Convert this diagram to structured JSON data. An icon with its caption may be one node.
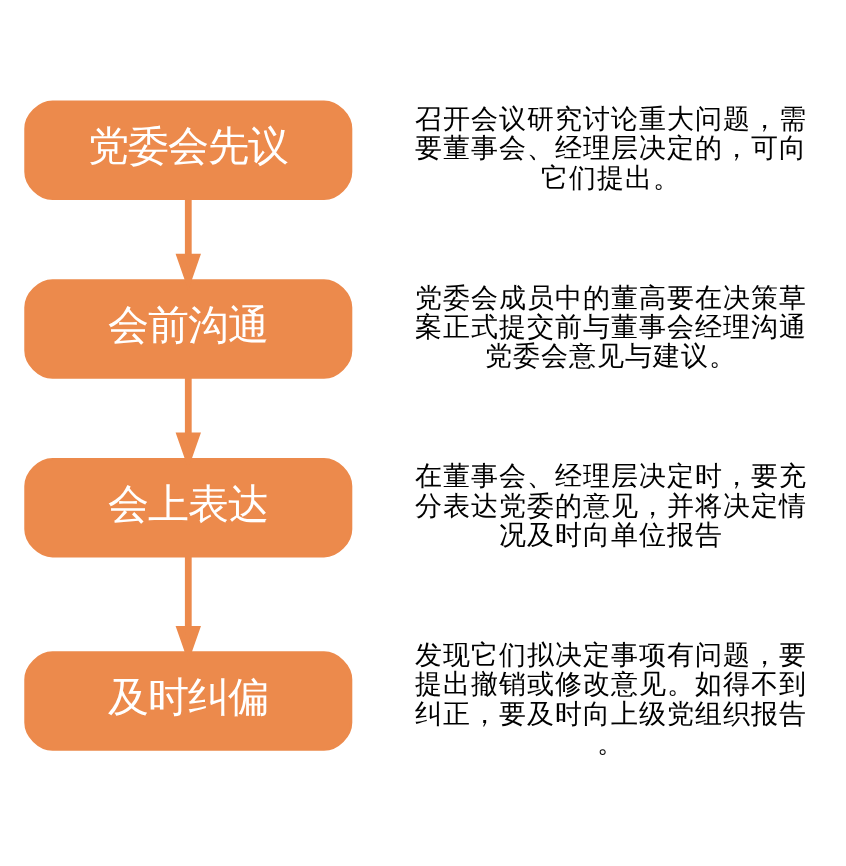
{
  "diagram": {
    "nodes": [
      {
        "text": [
          "党委会先议"
        ],
        "beside": [
          "召开会议研究讨论重大问题，需要董事会、经理层决定的，可向它们提出。"
        ]
      },
      {
        "text": [
          "会前沟通"
        ],
        "beside": [
          "党委会成员中的董高要在决策草案正式提交前与董事会经理沟通党委会意见与建议。"
        ]
      },
      {
        "text": [
          "会上表达"
        ],
        "beside": [
          "在董事会、经理层决定时，要充分表达党委的意见，并将决定情况及时向单位报告"
        ]
      },
      {
        "text": [
          "及时纠偏"
        ],
        "beside": [
          "发现它们拟决定事项有问题，要提出撤销或修改意见。如得不到纠正，要及时向上级党组织报告。"
        ]
      }
    ],
    "edges": [
      {
        "from": 0,
        "to": 1,
        "arrow": "to"
      },
      {
        "from": 1,
        "to": 2,
        "arrow": "to"
      },
      {
        "from": 2,
        "to": 3,
        "arrow": "to"
      }
    ]
  }
}
